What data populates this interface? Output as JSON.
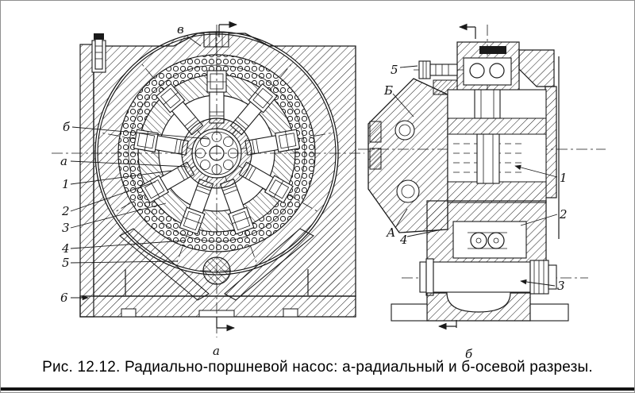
{
  "figure": {
    "caption": "Рис. 12.12. Радиально-поршневой насос: а-радиальный и б-осевой разрезы.",
    "radial_view": {
      "sublabel": "а",
      "callouts": {
        "v": "в",
        "b": "б",
        "a": "а",
        "n1": "1",
        "n2": "2",
        "n3": "3",
        "n4": "4",
        "n5": "5",
        "n6": "6"
      }
    },
    "axial_view": {
      "sublabel": "б",
      "callouts": {
        "n5": "5",
        "B": "Б",
        "A": "А",
        "n4": "4",
        "n1": "1",
        "n2": "2",
        "n3": "3"
      }
    },
    "colors": {
      "ink": "#1a1a1a",
      "paper": "#ffffff",
      "frame": "#8f8f8f",
      "bottom_bar": "#141414"
    }
  }
}
